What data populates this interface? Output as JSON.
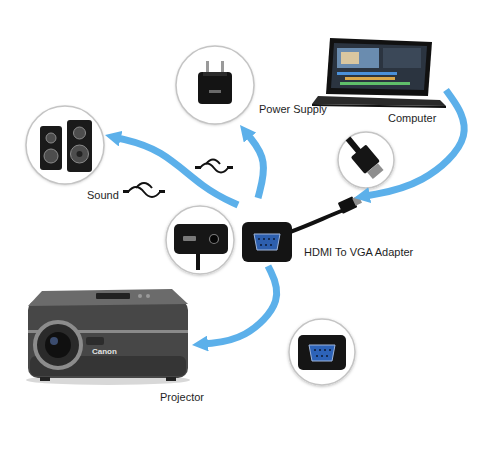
{
  "diagram": {
    "nodes": [
      {
        "text": [
          "Power Supply"
        ]
      },
      {
        "text": [
          "Computer"
        ]
      },
      {
        "text": [
          "Sound"
        ]
      },
      {
        "text": [
          "HDMI To VGA Adapter"
        ]
      },
      {
        "text": [
          "Projector"
        ]
      }
    ],
    "edges": [
      {
        "from": 1,
        "to": 3,
        "arrow": "to"
      },
      {
        "from": 3,
        "to": 2,
        "arrow": "to"
      },
      {
        "from": 3,
        "to": 0,
        "arrow": "to"
      },
      {
        "from": 3,
        "to": 4,
        "arrow": "to"
      }
    ],
    "labels": [
      "Canon"
    ]
  }
}
